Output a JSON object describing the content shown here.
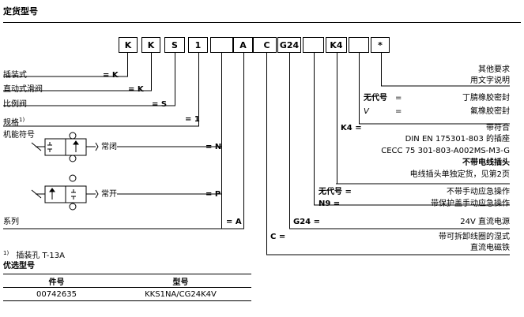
{
  "header": {
    "title": "定货型号"
  },
  "code": {
    "cells": [
      "K",
      "K",
      "S",
      "1",
      "",
      "A",
      "/",
      "C",
      "G24",
      "",
      "K4",
      "",
      "*"
    ]
  },
  "left_labels": [
    {
      "text": "插装式",
      "code": "= K"
    },
    {
      "text": "直动式滑阀",
      "code": "= K"
    },
    {
      "text": "比例阀",
      "code": "= S"
    },
    {
      "text": "规格",
      "sup": "1)",
      "code": "= 1"
    },
    {
      "text": "机能符号"
    },
    {
      "text": "常闭",
      "code": "= N"
    },
    {
      "text": "常开",
      "code": "= P"
    },
    {
      "text": "系列",
      "code": "= A"
    }
  ],
  "right_labels": {
    "other_req_1": "其他要求",
    "other_req_2": "用文字说明",
    "seal_nbr_key": "无代号",
    "seal_nbr_eq": "=",
    "seal_nbr_val": "丁腈橡胶密封",
    "seal_fkm_key": "V",
    "seal_fkm_eq": "=",
    "seal_fkm_val": "氟橡胶密封",
    "k4_key": "K4 =",
    "k4_1": "带符合",
    "k4_2": "DIN EN 175301-803 的插座",
    "k4_3": "CECC 75 301-803-A002MS-M3-G",
    "k4_4": "不带电线插头",
    "k4_5": "电线插头单独定货，见第2页",
    "manual_none_key": "无代号 =",
    "manual_none_val": "不带手动应急操作",
    "n9_key": "N9 =",
    "n9_val": "带保护盖手动应急操作",
    "g24_key": "G24 =",
    "g24_val": "24V 直流电源",
    "c_key": "C =",
    "c_val_1": "带可拆卸线圈的湿式",
    "c_val_2": "直流电磁铁"
  },
  "footnote": {
    "mark": "1)",
    "text": "插装孔 T-13A"
  },
  "preferred": {
    "title": "优选型号",
    "headers": [
      "件号",
      "型号"
    ],
    "rows": [
      [
        "00742635",
        "KKS1NA/CG24K4V"
      ]
    ]
  }
}
